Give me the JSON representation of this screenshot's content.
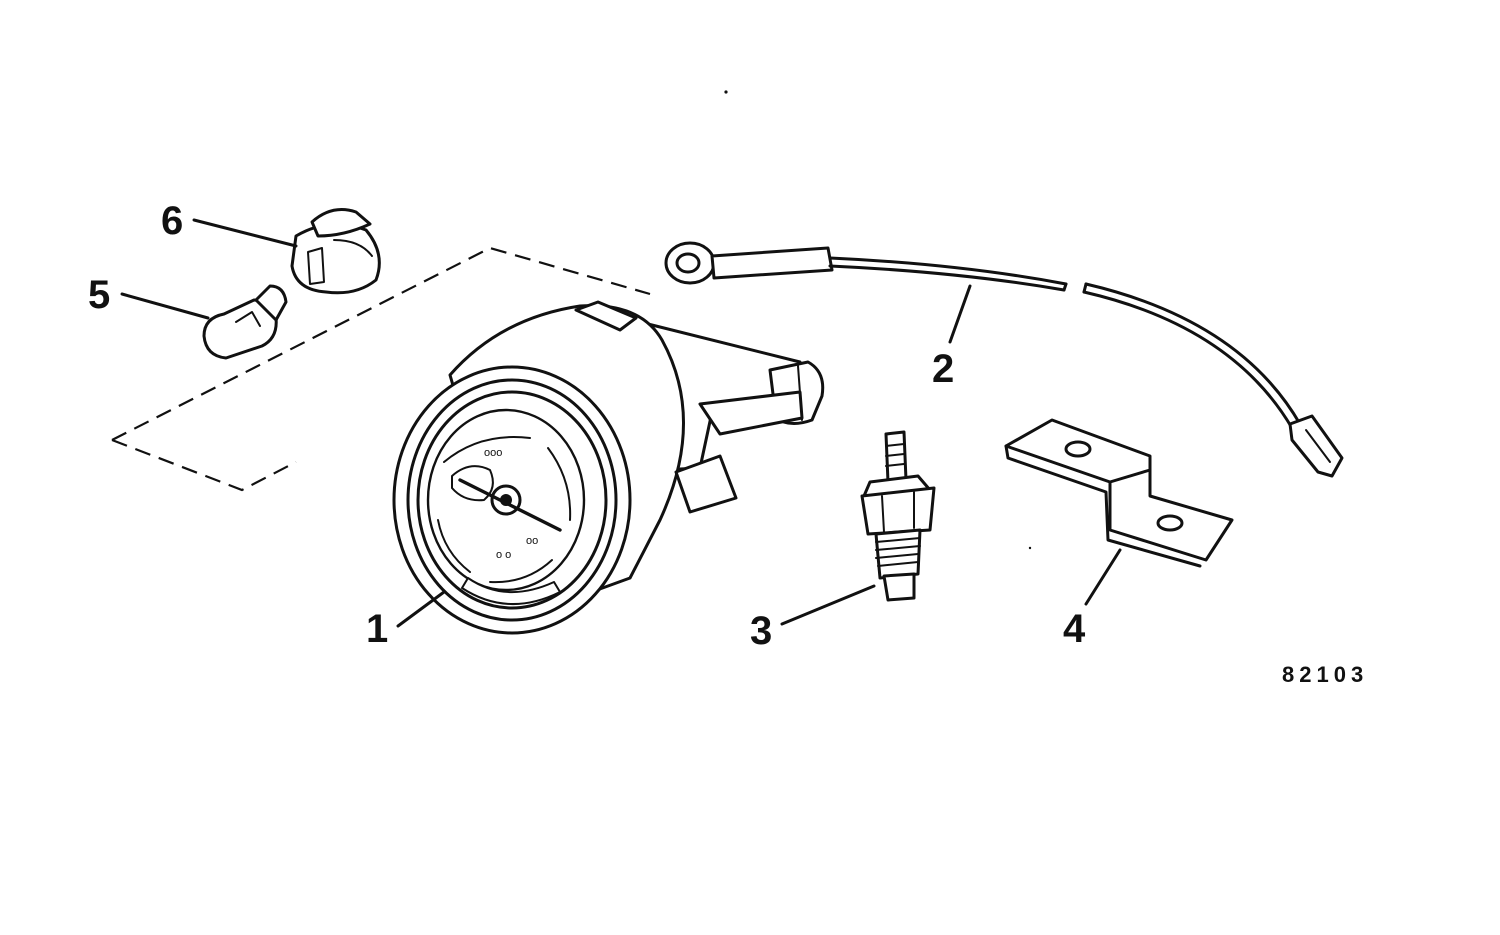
{
  "figure_code": "82103",
  "callouts": [
    {
      "id": "1",
      "label": "1"
    },
    {
      "id": "2",
      "label": "2"
    },
    {
      "id": "3",
      "label": "3"
    },
    {
      "id": "4",
      "label": "4"
    },
    {
      "id": "5",
      "label": "5"
    },
    {
      "id": "6",
      "label": "6"
    }
  ]
}
